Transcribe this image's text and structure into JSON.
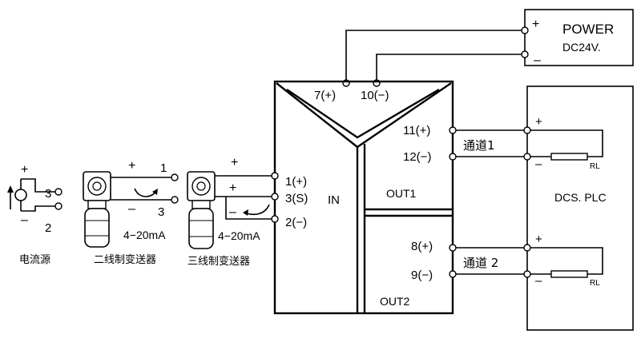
{
  "power": {
    "plus": "+",
    "label": "POWER",
    "voltage": "DC24V.",
    "minus": "–"
  },
  "supply_terminals": {
    "positive": "7(+)",
    "negative": "10(−)"
  },
  "in_terminals": {
    "t1": "1(+)",
    "t3": "3(S)",
    "t2": "2(−)",
    "label": "IN"
  },
  "out1": {
    "plus": "11(+)",
    "minus": "12(−)",
    "label": "OUT1",
    "channel": "通道1"
  },
  "out2": {
    "plus": "8(+)",
    "minus": "9(−)",
    "label": "OUT2",
    "channel": "通道 2"
  },
  "dcs": {
    "label": "DCS. PLC",
    "rl1": "RL",
    "rl2": "RL",
    "plus1": "+",
    "minus1": "–",
    "plus2": "+",
    "minus2": "–"
  },
  "current_source": {
    "plus": "+",
    "minus": "–",
    "term3": "3",
    "term2": "2",
    "caption": "电流源"
  },
  "two_wire": {
    "plus": "+",
    "minus": "–",
    "term1": "1",
    "term3": "3",
    "signal": "4−20mA",
    "caption": "二线制变送器"
  },
  "three_wire": {
    "plus_top": "+",
    "plus_mid": "+",
    "minus": "–",
    "signal": "4−20mA",
    "caption": "三线制变送器"
  }
}
